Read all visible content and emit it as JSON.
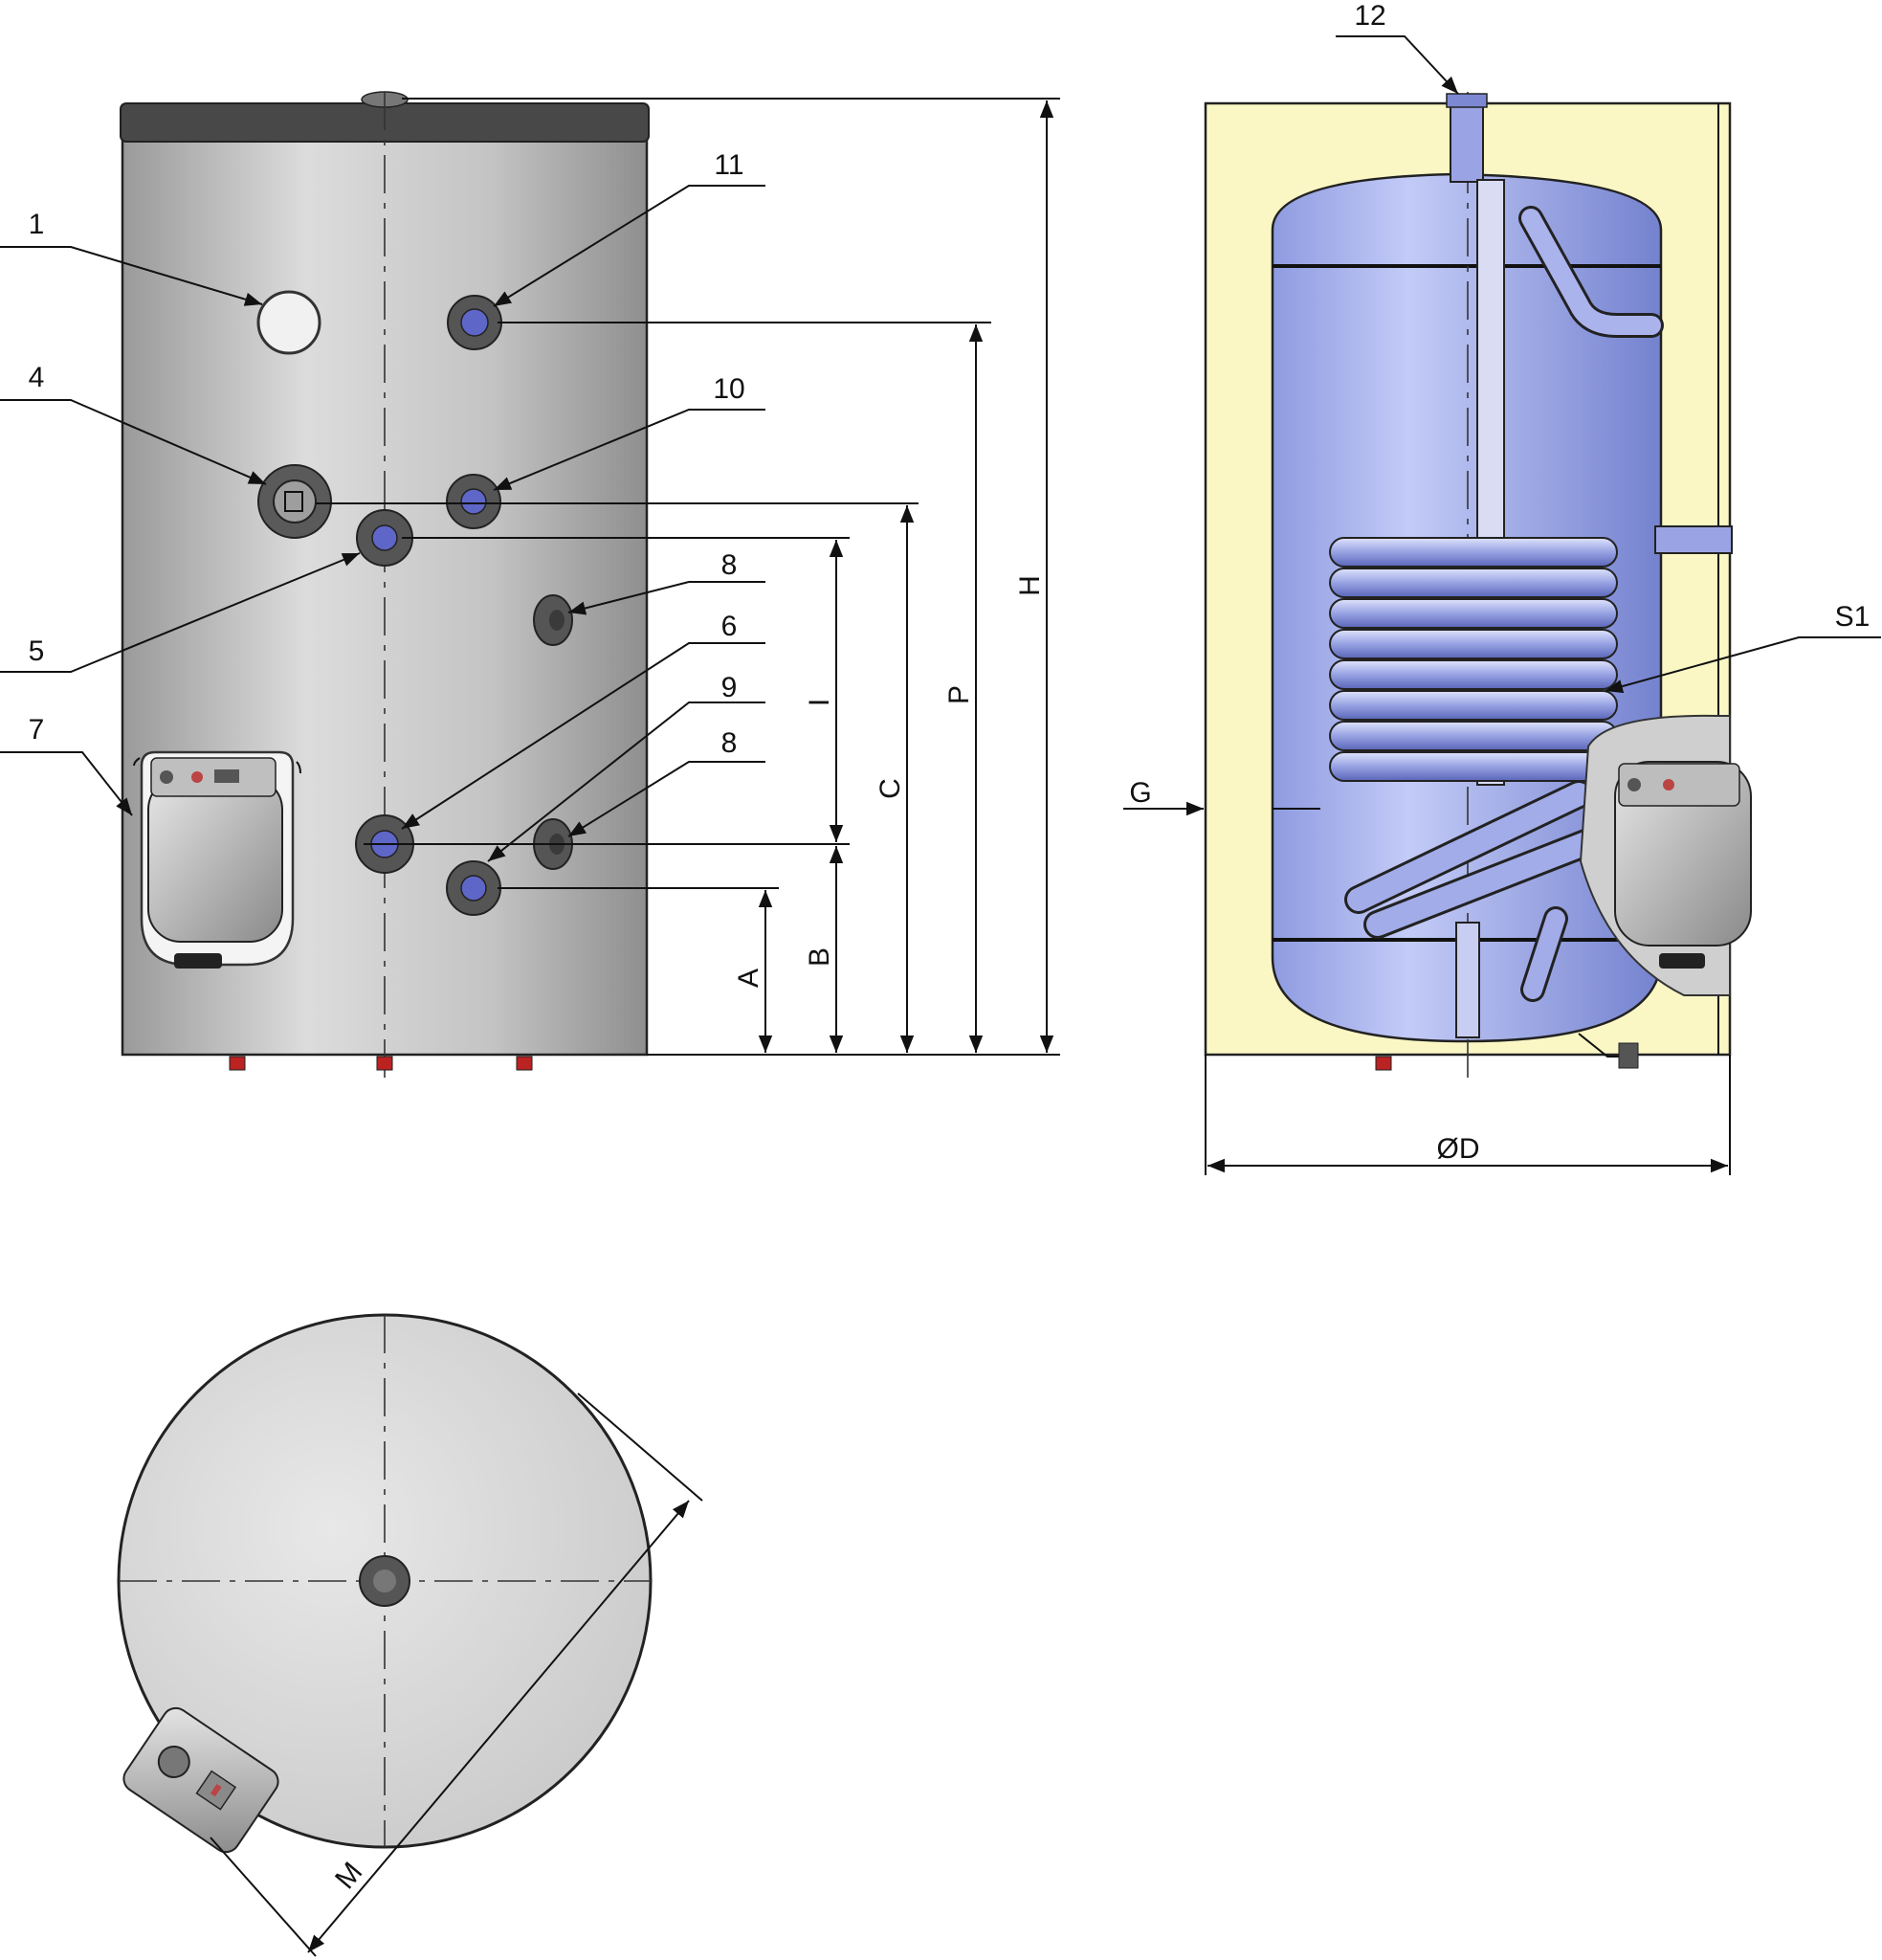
{
  "callouts": {
    "c1": "1",
    "c4": "4",
    "c5": "5",
    "c7": "7",
    "c11": "11",
    "c10": "10",
    "c8a": "8",
    "c6": "6",
    "c9": "9",
    "c8b": "8",
    "c12": "12",
    "s1": "S1",
    "g": "G"
  },
  "dimensions": {
    "a": "A",
    "b": "B",
    "i": "I",
    "c": "C",
    "p": "P",
    "h": "H",
    "d": "ØD",
    "m": "M"
  },
  "colors": {
    "insulation": "#fbf7c4",
    "tank": "#a8b3ee",
    "shell": "#c6c6c6",
    "cap": "#4a4a4a",
    "coil": "#9aa6e8"
  }
}
